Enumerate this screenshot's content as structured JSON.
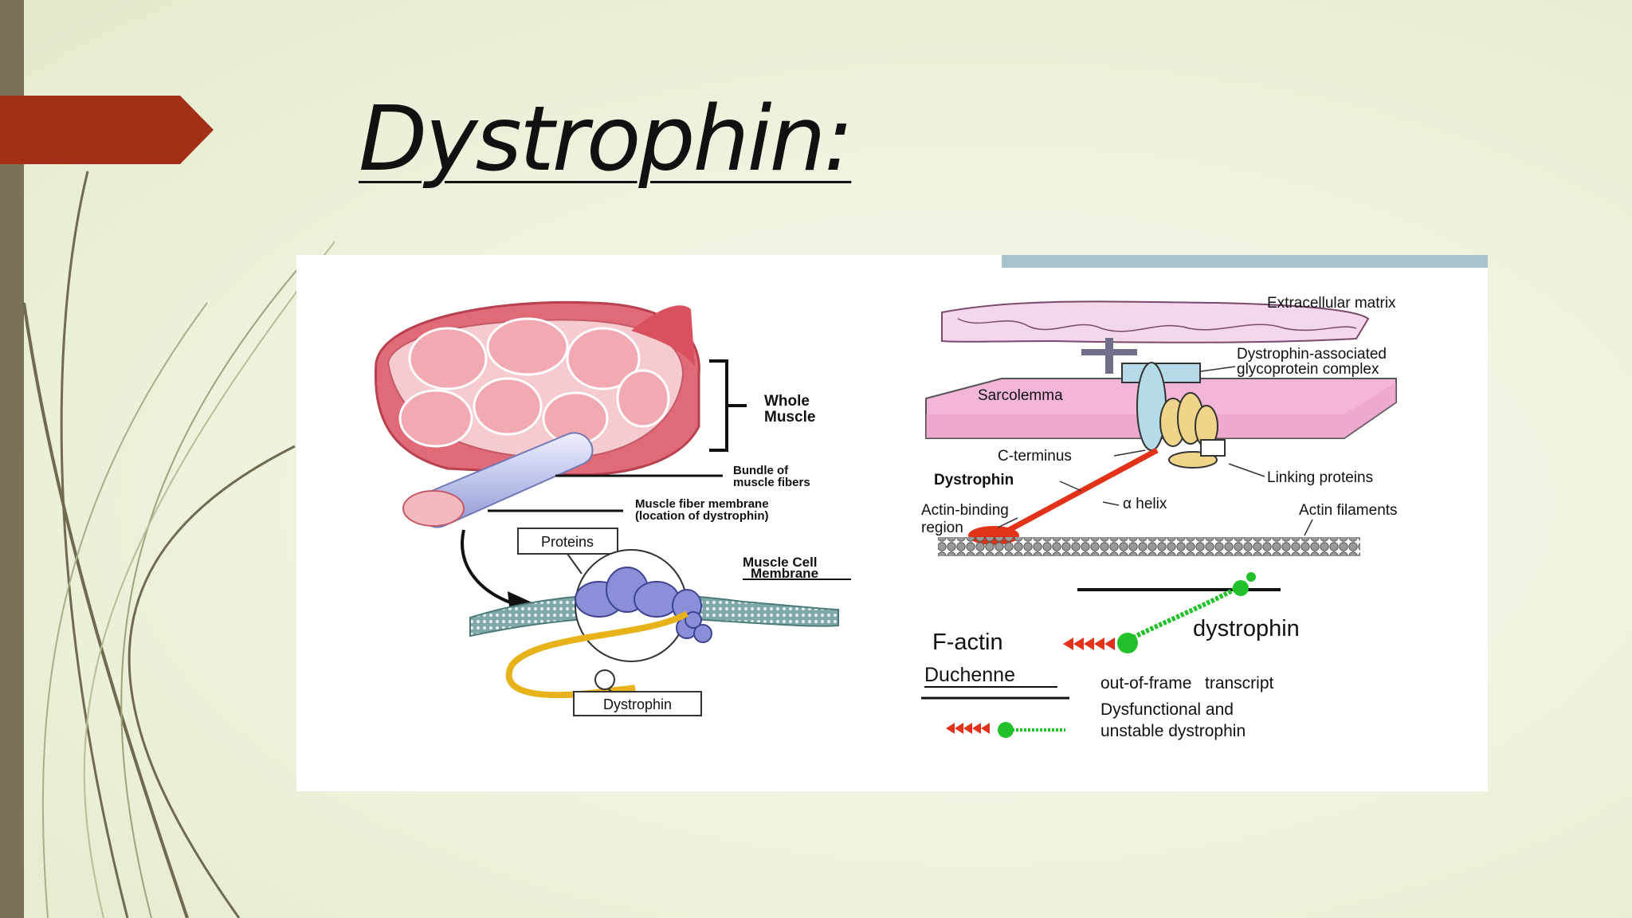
{
  "slide": {
    "title": "Dystrophin:",
    "colors": {
      "accent": "#a32f17",
      "side_bar": "#7b7157",
      "background": "#eef2dd"
    }
  },
  "left_panel": {
    "whole_muscle_1": "Whole",
    "whole_muscle_2": "Muscle",
    "bundle_1": "Bundle of",
    "bundle_2": "muscle fibers",
    "membrane_1": "Muscle fiber membrane",
    "membrane_2": "(location of dystrophin)",
    "proteins": "Proteins",
    "cell_membrane_1": "Muscle Cell",
    "cell_membrane_2": "Membrane",
    "dystrophin": "Dystrophin"
  },
  "right_panel": {
    "extracellular_matrix": "Extracellular matrix",
    "dag_complex_1": "Dystrophin-associated",
    "dag_complex_2": "glycoprotein complex",
    "sarcolemma": "Sarcolemma",
    "c_terminus": "C-terminus",
    "dystrophin": "Dystrophin",
    "linking_proteins": "Linking proteins",
    "actin_binding_1": "Actin-binding",
    "actin_binding_2": "region",
    "alpha_helix": "α helix",
    "actin_filaments": "Actin filaments"
  },
  "duchenne_panel": {
    "f_actin": "F-actin",
    "dystrophin": "dystrophin",
    "duchenne": "Duchenne",
    "out_of_frame": "out-of-frame",
    "transcript": "transcript",
    "dysfunctional_1": "Dysfunctional and",
    "dysfunctional_2": "unstable dystrophin"
  }
}
